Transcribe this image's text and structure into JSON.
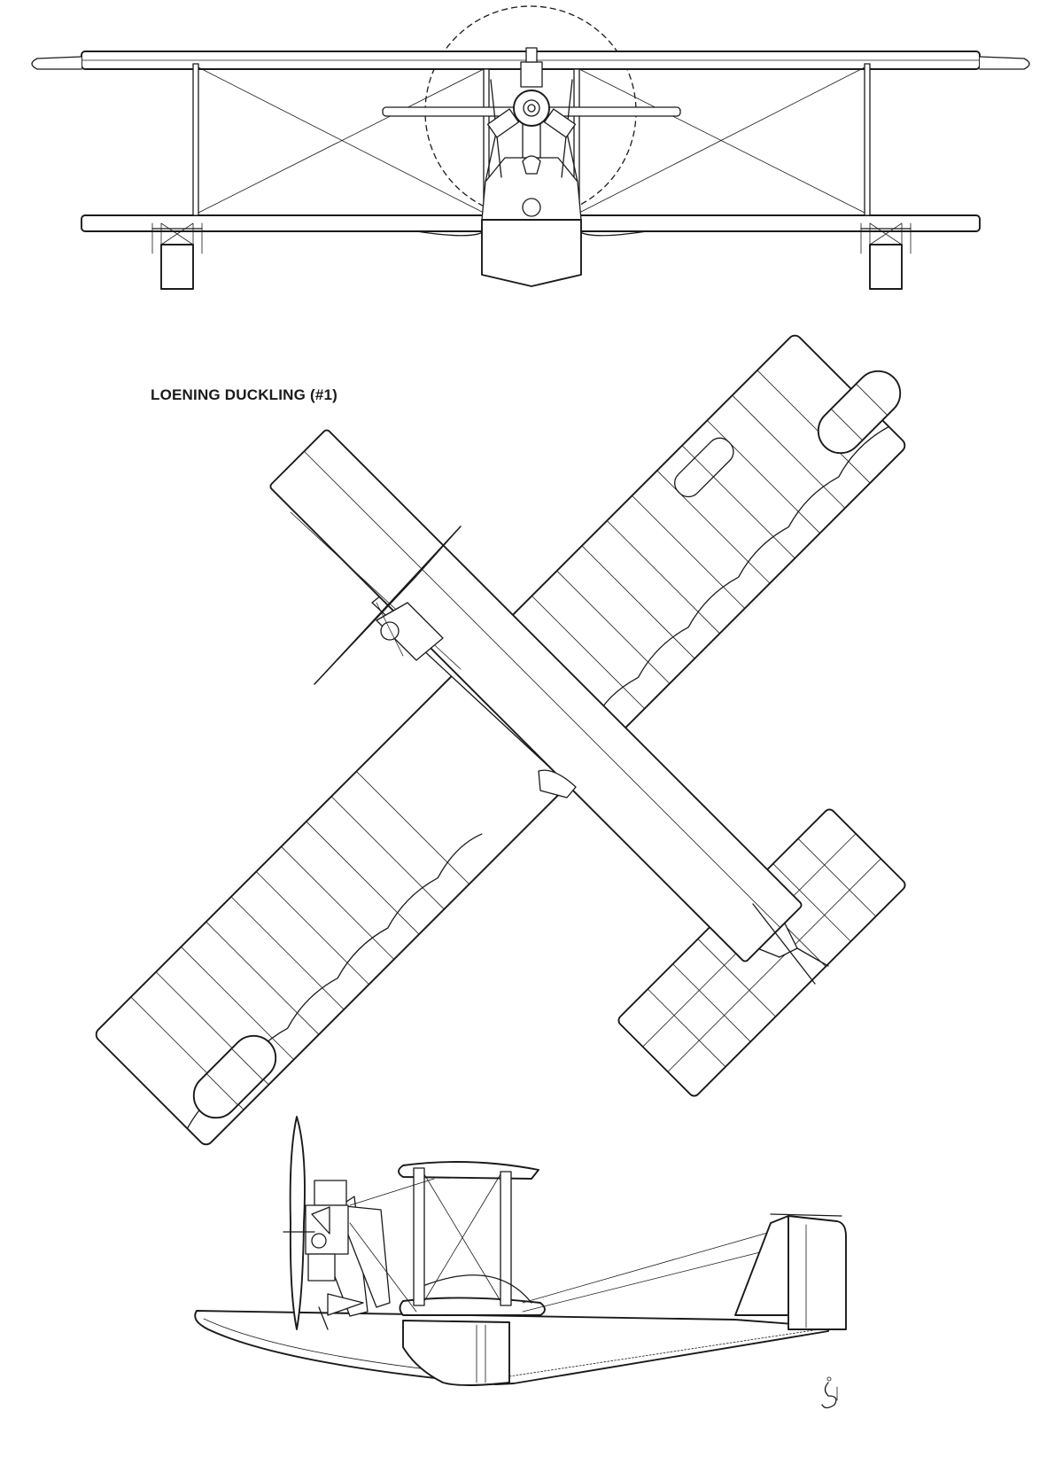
{
  "drawing": {
    "title": "LOENING DUCKLING (#1)",
    "views": [
      "front-view",
      "top-view",
      "side-view"
    ]
  },
  "colors": {
    "line": "#1a1a1a",
    "background": "#ffffff"
  }
}
